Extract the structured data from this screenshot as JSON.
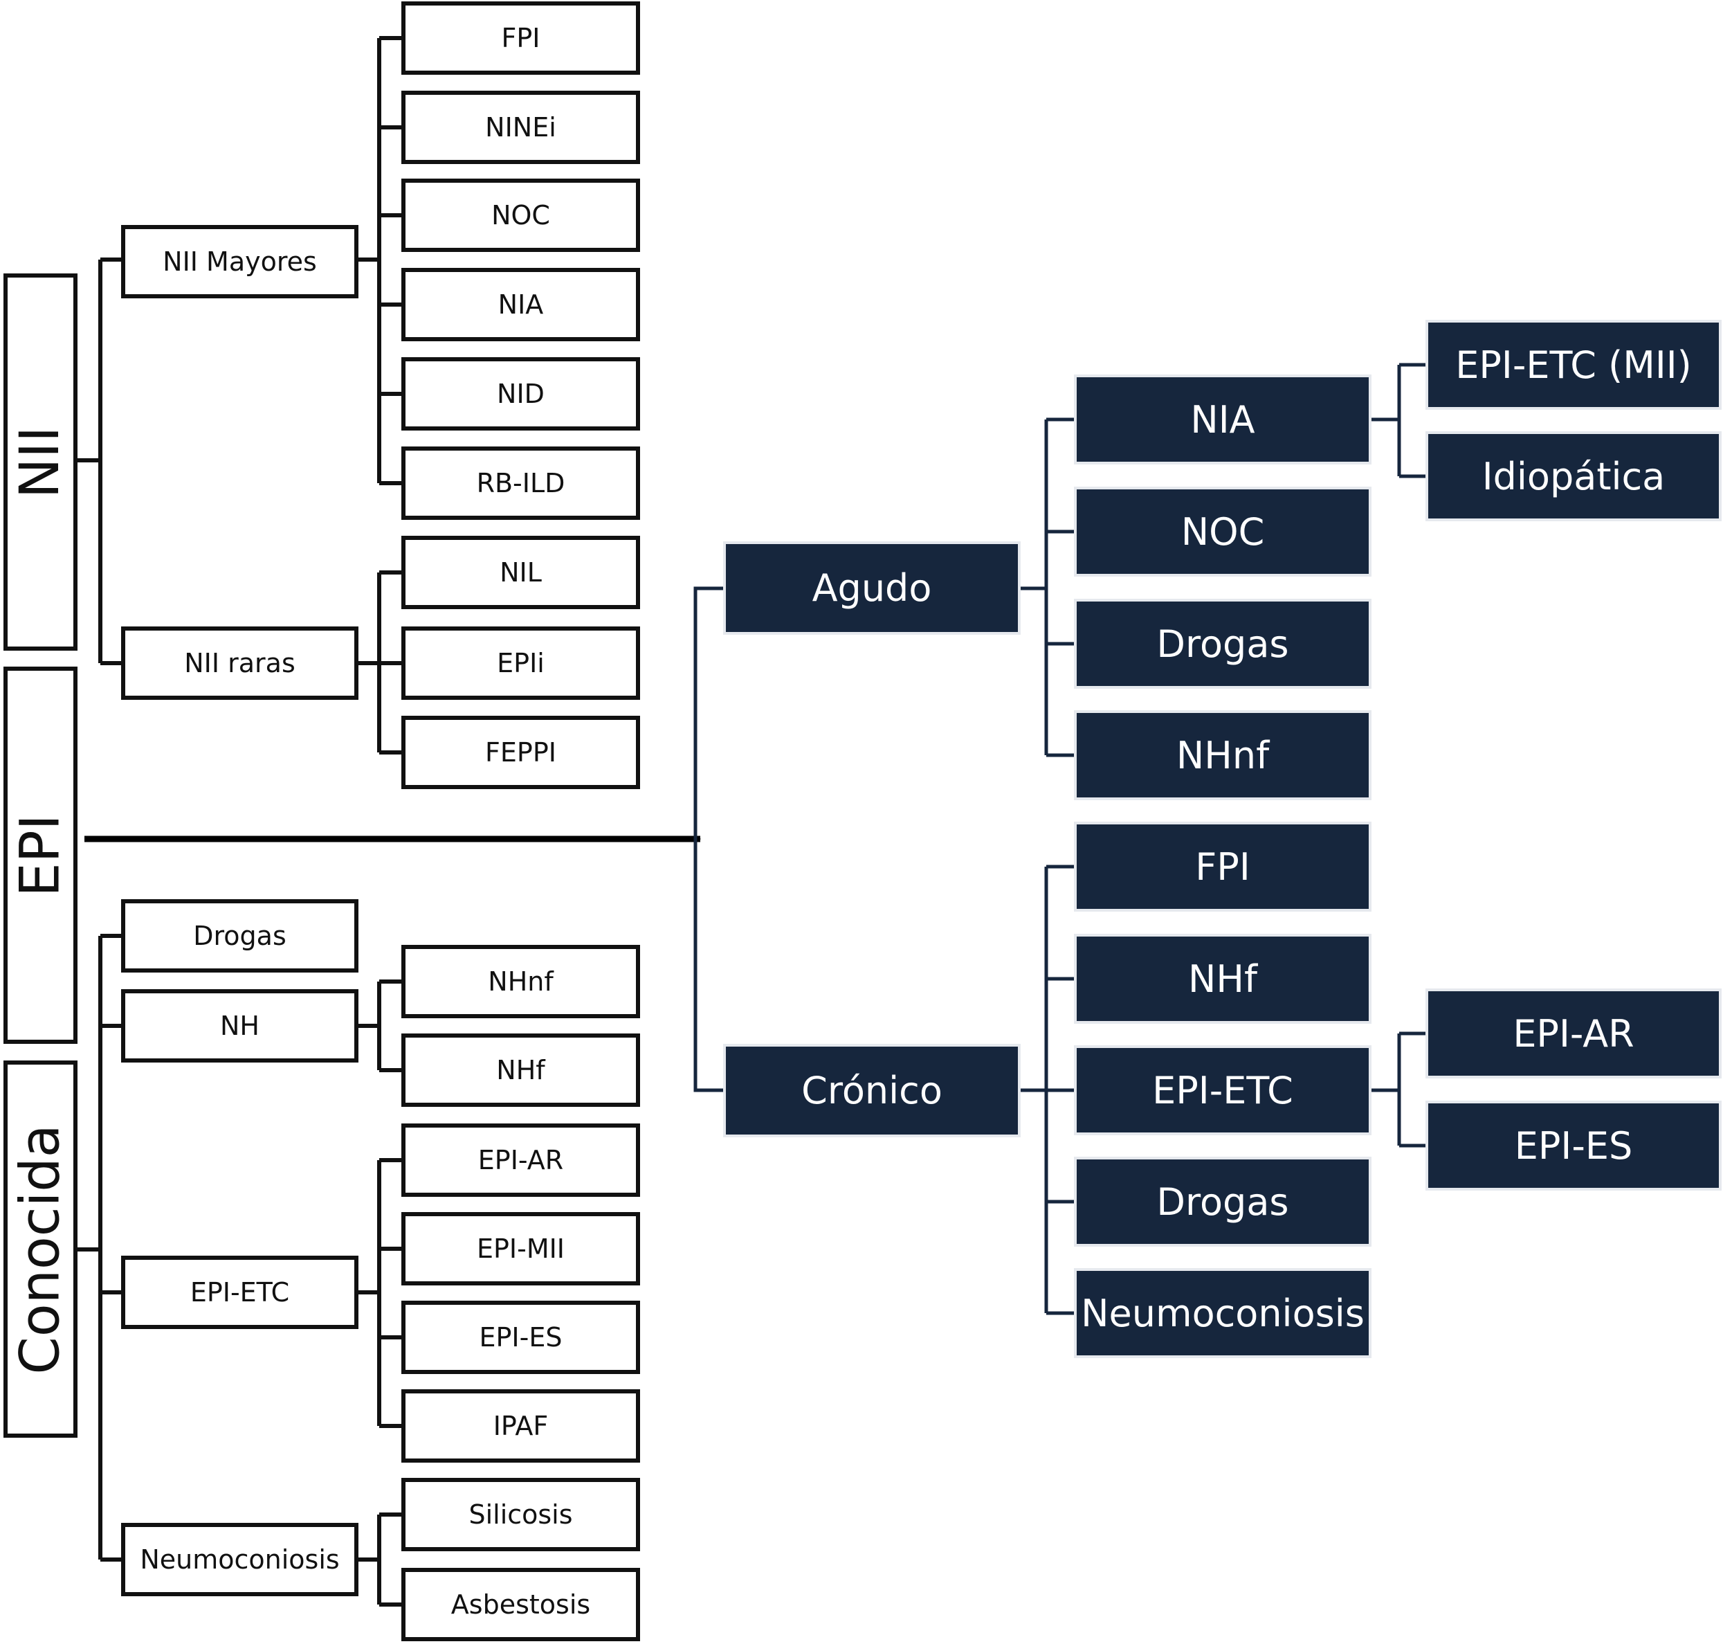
{
  "groups": {
    "nii": {
      "label": "NII",
      "mayores": {
        "label": "NII Mayores",
        "items": [
          "FPI",
          "NINEi",
          "NOC",
          "NIA",
          "NID",
          "RB-ILD"
        ]
      },
      "raras": {
        "label": "NII raras",
        "items": [
          "NIL",
          "EPIi",
          "FEPPI"
        ]
      }
    },
    "epi": {
      "label": "EPI"
    },
    "conocida": {
      "label": "Conocida",
      "drogas": {
        "label": "Drogas"
      },
      "nh": {
        "label": "NH",
        "items": [
          "NHnf",
          "NHf"
        ]
      },
      "epi_etc": {
        "label": "EPI-ETC",
        "items": [
          "EPI-AR",
          "EPI-MII",
          "EPI-ES",
          "IPAF"
        ]
      },
      "neumoconiosis": {
        "label": "Neumoconiosis",
        "items": [
          "Silicosis",
          "Asbestosis"
        ]
      }
    }
  },
  "classification": {
    "agudo": {
      "label": "Agudo",
      "items": [
        "NIA",
        "NOC",
        "Drogas",
        "NHnf"
      ],
      "nia_subtypes": [
        "EPI-ETC (MII)",
        "Idiopática"
      ]
    },
    "cronico": {
      "label": "Crónico",
      "items": [
        "FPI",
        "NHf",
        "EPI-ETC",
        "Drogas",
        "Neumoconiosis"
      ],
      "epi_etc_subtypes": [
        "EPI-AR",
        "EPI-ES"
      ]
    }
  },
  "colors": {
    "dark_box": "#16263d",
    "line": "#111111",
    "connector": "#16263d"
  }
}
